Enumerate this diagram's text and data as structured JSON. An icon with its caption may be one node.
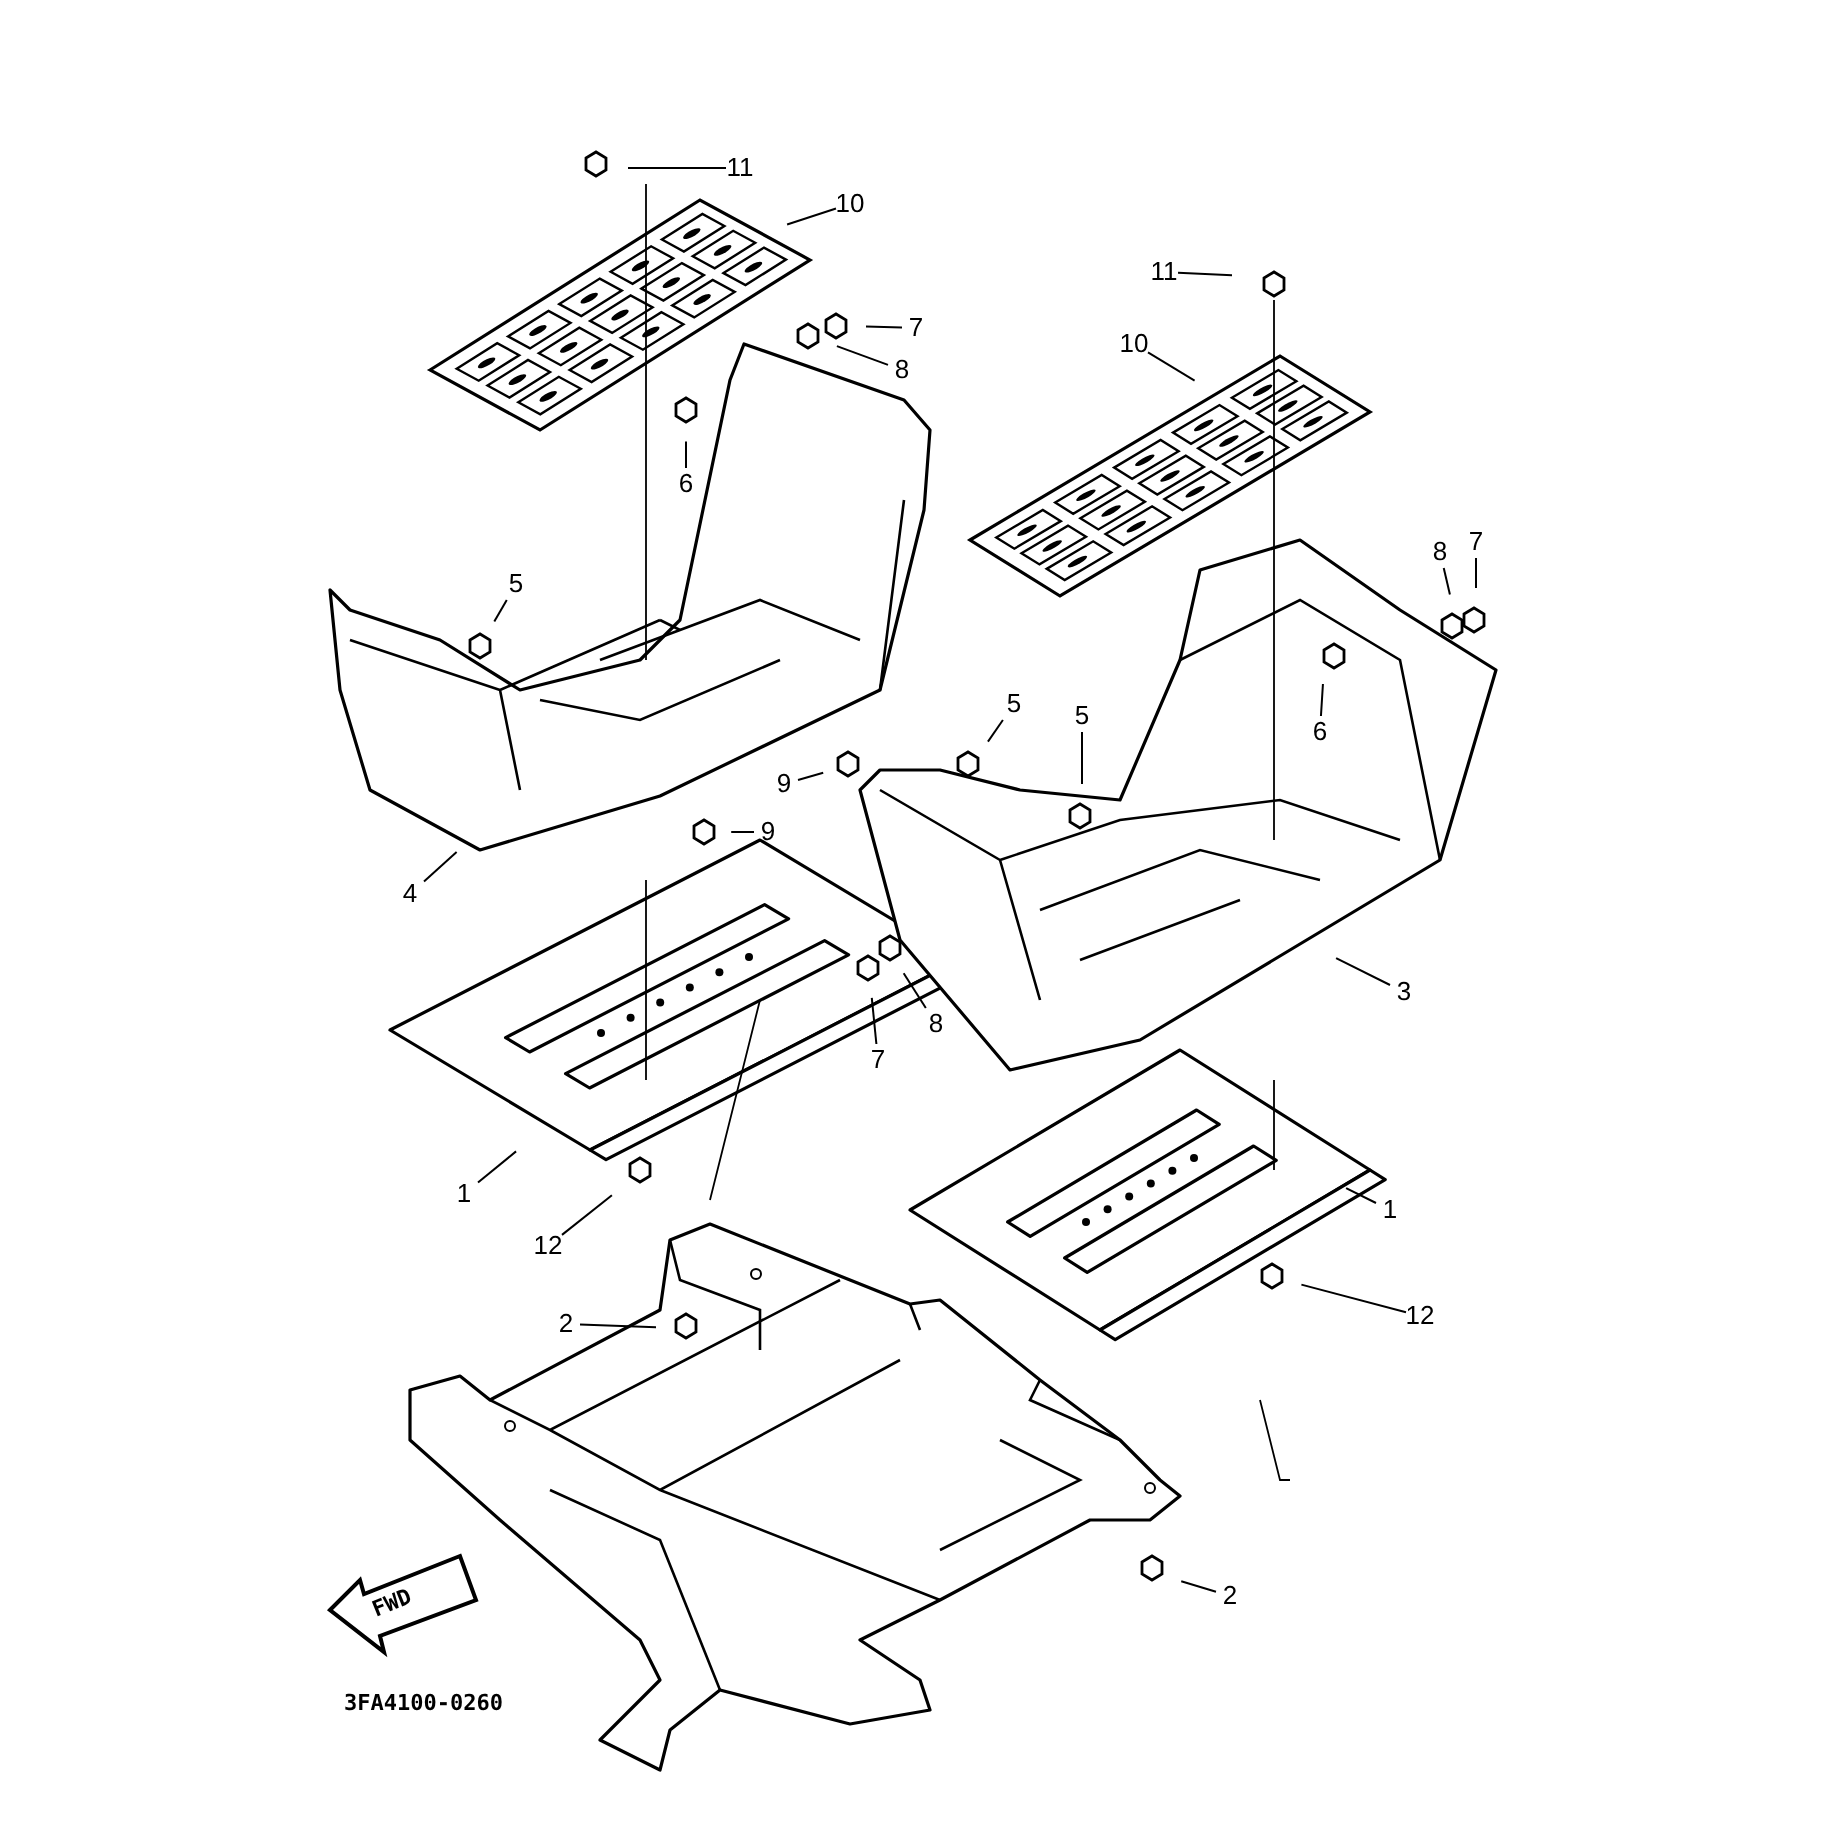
{
  "diagram": {
    "nodes": [
      {
        "text": [
          "11"
        ]
      },
      {
        "text": [
          "10"
        ]
      },
      {
        "text": [
          "11"
        ]
      },
      {
        "text": [
          "7"
        ]
      },
      {
        "text": [
          "10"
        ]
      },
      {
        "text": [
          "8"
        ]
      },
      {
        "text": [
          "6"
        ]
      },
      {
        "text": [
          "7"
        ]
      },
      {
        "text": [
          "8"
        ]
      },
      {
        "text": [
          "5"
        ]
      },
      {
        "text": [
          "5"
        ]
      },
      {
        "text": [
          "5"
        ]
      },
      {
        "text": [
          "6"
        ]
      },
      {
        "text": [
          "9"
        ]
      },
      {
        "text": [
          "9"
        ]
      },
      {
        "text": [
          "4"
        ]
      },
      {
        "text": [
          "3"
        ]
      },
      {
        "text": [
          "8"
        ]
      },
      {
        "text": [
          "7"
        ]
      },
      {
        "text": [
          "1"
        ]
      },
      {
        "text": [
          "1"
        ]
      },
      {
        "text": [
          "12"
        ]
      },
      {
        "text": [
          "12"
        ]
      },
      {
        "text": [
          "2"
        ]
      },
      {
        "text": [
          "2"
        ]
      }
    ],
    "edges": [
      {
        "from": 0,
        "to": null,
        "arrow": "none"
      },
      {
        "from": 1,
        "to": null,
        "arrow": "none"
      },
      {
        "from": 2,
        "to": null,
        "arrow": "none"
      },
      {
        "from": 3,
        "to": null,
        "arrow": "none"
      },
      {
        "from": 4,
        "to": null,
        "arrow": "none"
      },
      {
        "from": 5,
        "to": null,
        "arrow": "none"
      },
      {
        "from": 6,
        "to": null,
        "arrow": "none"
      },
      {
        "from": 7,
        "to": null,
        "arrow": "none"
      },
      {
        "from": 8,
        "to": null,
        "arrow": "none"
      },
      {
        "from": 9,
        "to": null,
        "arrow": "none"
      },
      {
        "from": 10,
        "to": null,
        "arrow": "none"
      },
      {
        "from": 11,
        "to": null,
        "arrow": "none"
      },
      {
        "from": 12,
        "to": null,
        "arrow": "none"
      },
      {
        "from": 13,
        "to": null,
        "arrow": "none"
      },
      {
        "from": 14,
        "to": null,
        "arrow": "none"
      },
      {
        "from": 15,
        "to": null,
        "arrow": "none"
      },
      {
        "from": 16,
        "to": null,
        "arrow": "none"
      },
      {
        "from": 17,
        "to": null,
        "arrow": "none"
      },
      {
        "from": 18,
        "to": null,
        "arrow": "none"
      },
      {
        "from": 19,
        "to": null,
        "arrow": "none"
      },
      {
        "from": 20,
        "to": null,
        "arrow": "none"
      },
      {
        "from": 21,
        "to": null,
        "arrow": "none"
      },
      {
        "from": 22,
        "to": null,
        "arrow": "none"
      },
      {
        "from": 23,
        "to": null,
        "arrow": "none"
      },
      {
        "from": 24,
        "to": null,
        "arrow": "none"
      }
    ],
    "labels": [
      "FWD",
      "3FA4100-0260"
    ]
  }
}
